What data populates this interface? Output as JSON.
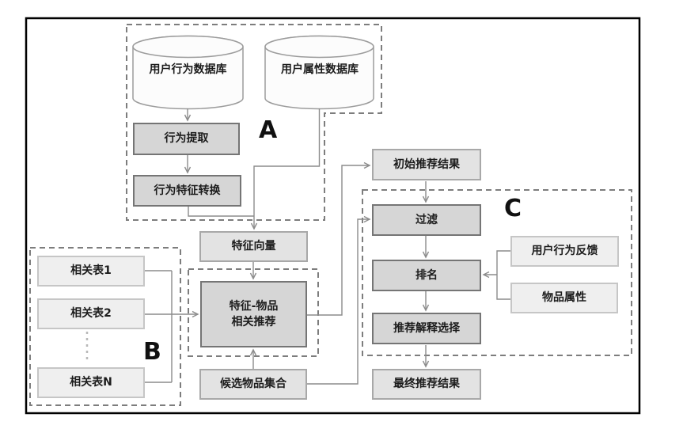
{
  "diagram": {
    "group_labels": {
      "a": "A",
      "b": "B",
      "c": "C"
    },
    "nodes": {
      "user_behavior_db": {
        "label": "用户行为数据库",
        "shape": "cylinder"
      },
      "user_attribute_db": {
        "label": "用户属性数据库",
        "shape": "cylinder"
      },
      "behavior_extraction": {
        "label": "行为提取"
      },
      "behavior_feature_transform": {
        "label": "行为特征转换"
      },
      "feature_vector": {
        "label": "特征向量"
      },
      "related_table_1": {
        "label": "相关表1"
      },
      "related_table_2": {
        "label": "相关表2"
      },
      "related_table_n": {
        "label": "相关表N"
      },
      "feature_item_recommend": {
        "label_line1": "特征-物品",
        "label_line2": "相关推荐"
      },
      "candidate_item_set": {
        "label": "候选物品集合"
      },
      "initial_results": {
        "label": "初始推荐结果"
      },
      "filter": {
        "label": "过滤"
      },
      "ranking": {
        "label": "排名"
      },
      "explanation_selection": {
        "label": "推荐解释选择"
      },
      "final_results": {
        "label": "最终推荐结果"
      },
      "user_behavior_feedback": {
        "label": "用户行为反馈"
      },
      "item_attributes": {
        "label": "物品属性"
      }
    },
    "colors": {
      "process_fill": "#d6d6d6",
      "process_border": "#757575",
      "result_fill": "#e3e3e3",
      "result_border": "#a8a8a8",
      "source_fill": "#efefef",
      "source_border": "#c6c6c6",
      "cylinder_fill": "#fcfcfc",
      "cylinder_border": "#9c9c9c",
      "connector": "#8c8c8c",
      "dashed_border": "#7d7d7d",
      "outer_border": "#000000"
    }
  }
}
